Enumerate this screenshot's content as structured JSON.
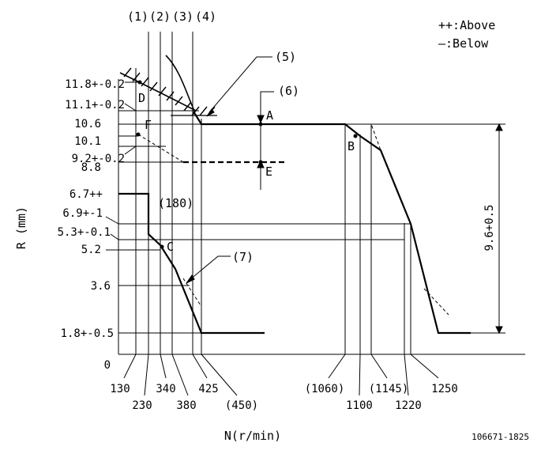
{
  "legend": {
    "above": "++:Above",
    "below": "—:Below"
  },
  "column_markers": {
    "m1": "(1)",
    "m2": "(2)",
    "m3": "(3)",
    "m4": "(4)"
  },
  "callouts": {
    "c5": "(5)",
    "c6": "(6)",
    "c7": "(7)",
    "c180": "(180)"
  },
  "points": {
    "A": "A",
    "B": "B",
    "C": "C",
    "D": "D",
    "E": "E",
    "F": "F"
  },
  "y_axis": {
    "label": "R (mm)",
    "ticks": {
      "t118": "11.8+-0.2",
      "t111": "11.1+-0.2",
      "t106": "10.6",
      "t101": "10.1",
      "t92": "9.2+-0.2",
      "t88": "8.8",
      "t67": "6.7++",
      "t69": "6.9+-1",
      "t53": "5.3+-0.1",
      "t52": "5.2",
      "t36": "3.6",
      "t18": "1.8+-0.5",
      "t0": "0"
    }
  },
  "x_axis": {
    "label": "N(r/min)",
    "ticks": {
      "x130": "130",
      "x230": "230",
      "x340": "340",
      "x380": "380",
      "x425": "425",
      "x450": "(450)",
      "x1060": "(1060)",
      "x1100": "1100",
      "x1145": "(1145)",
      "x1220": "1220",
      "x1250": "1250"
    }
  },
  "dimension": "9.6+0.5",
  "drawing_number": "106671-1825"
}
